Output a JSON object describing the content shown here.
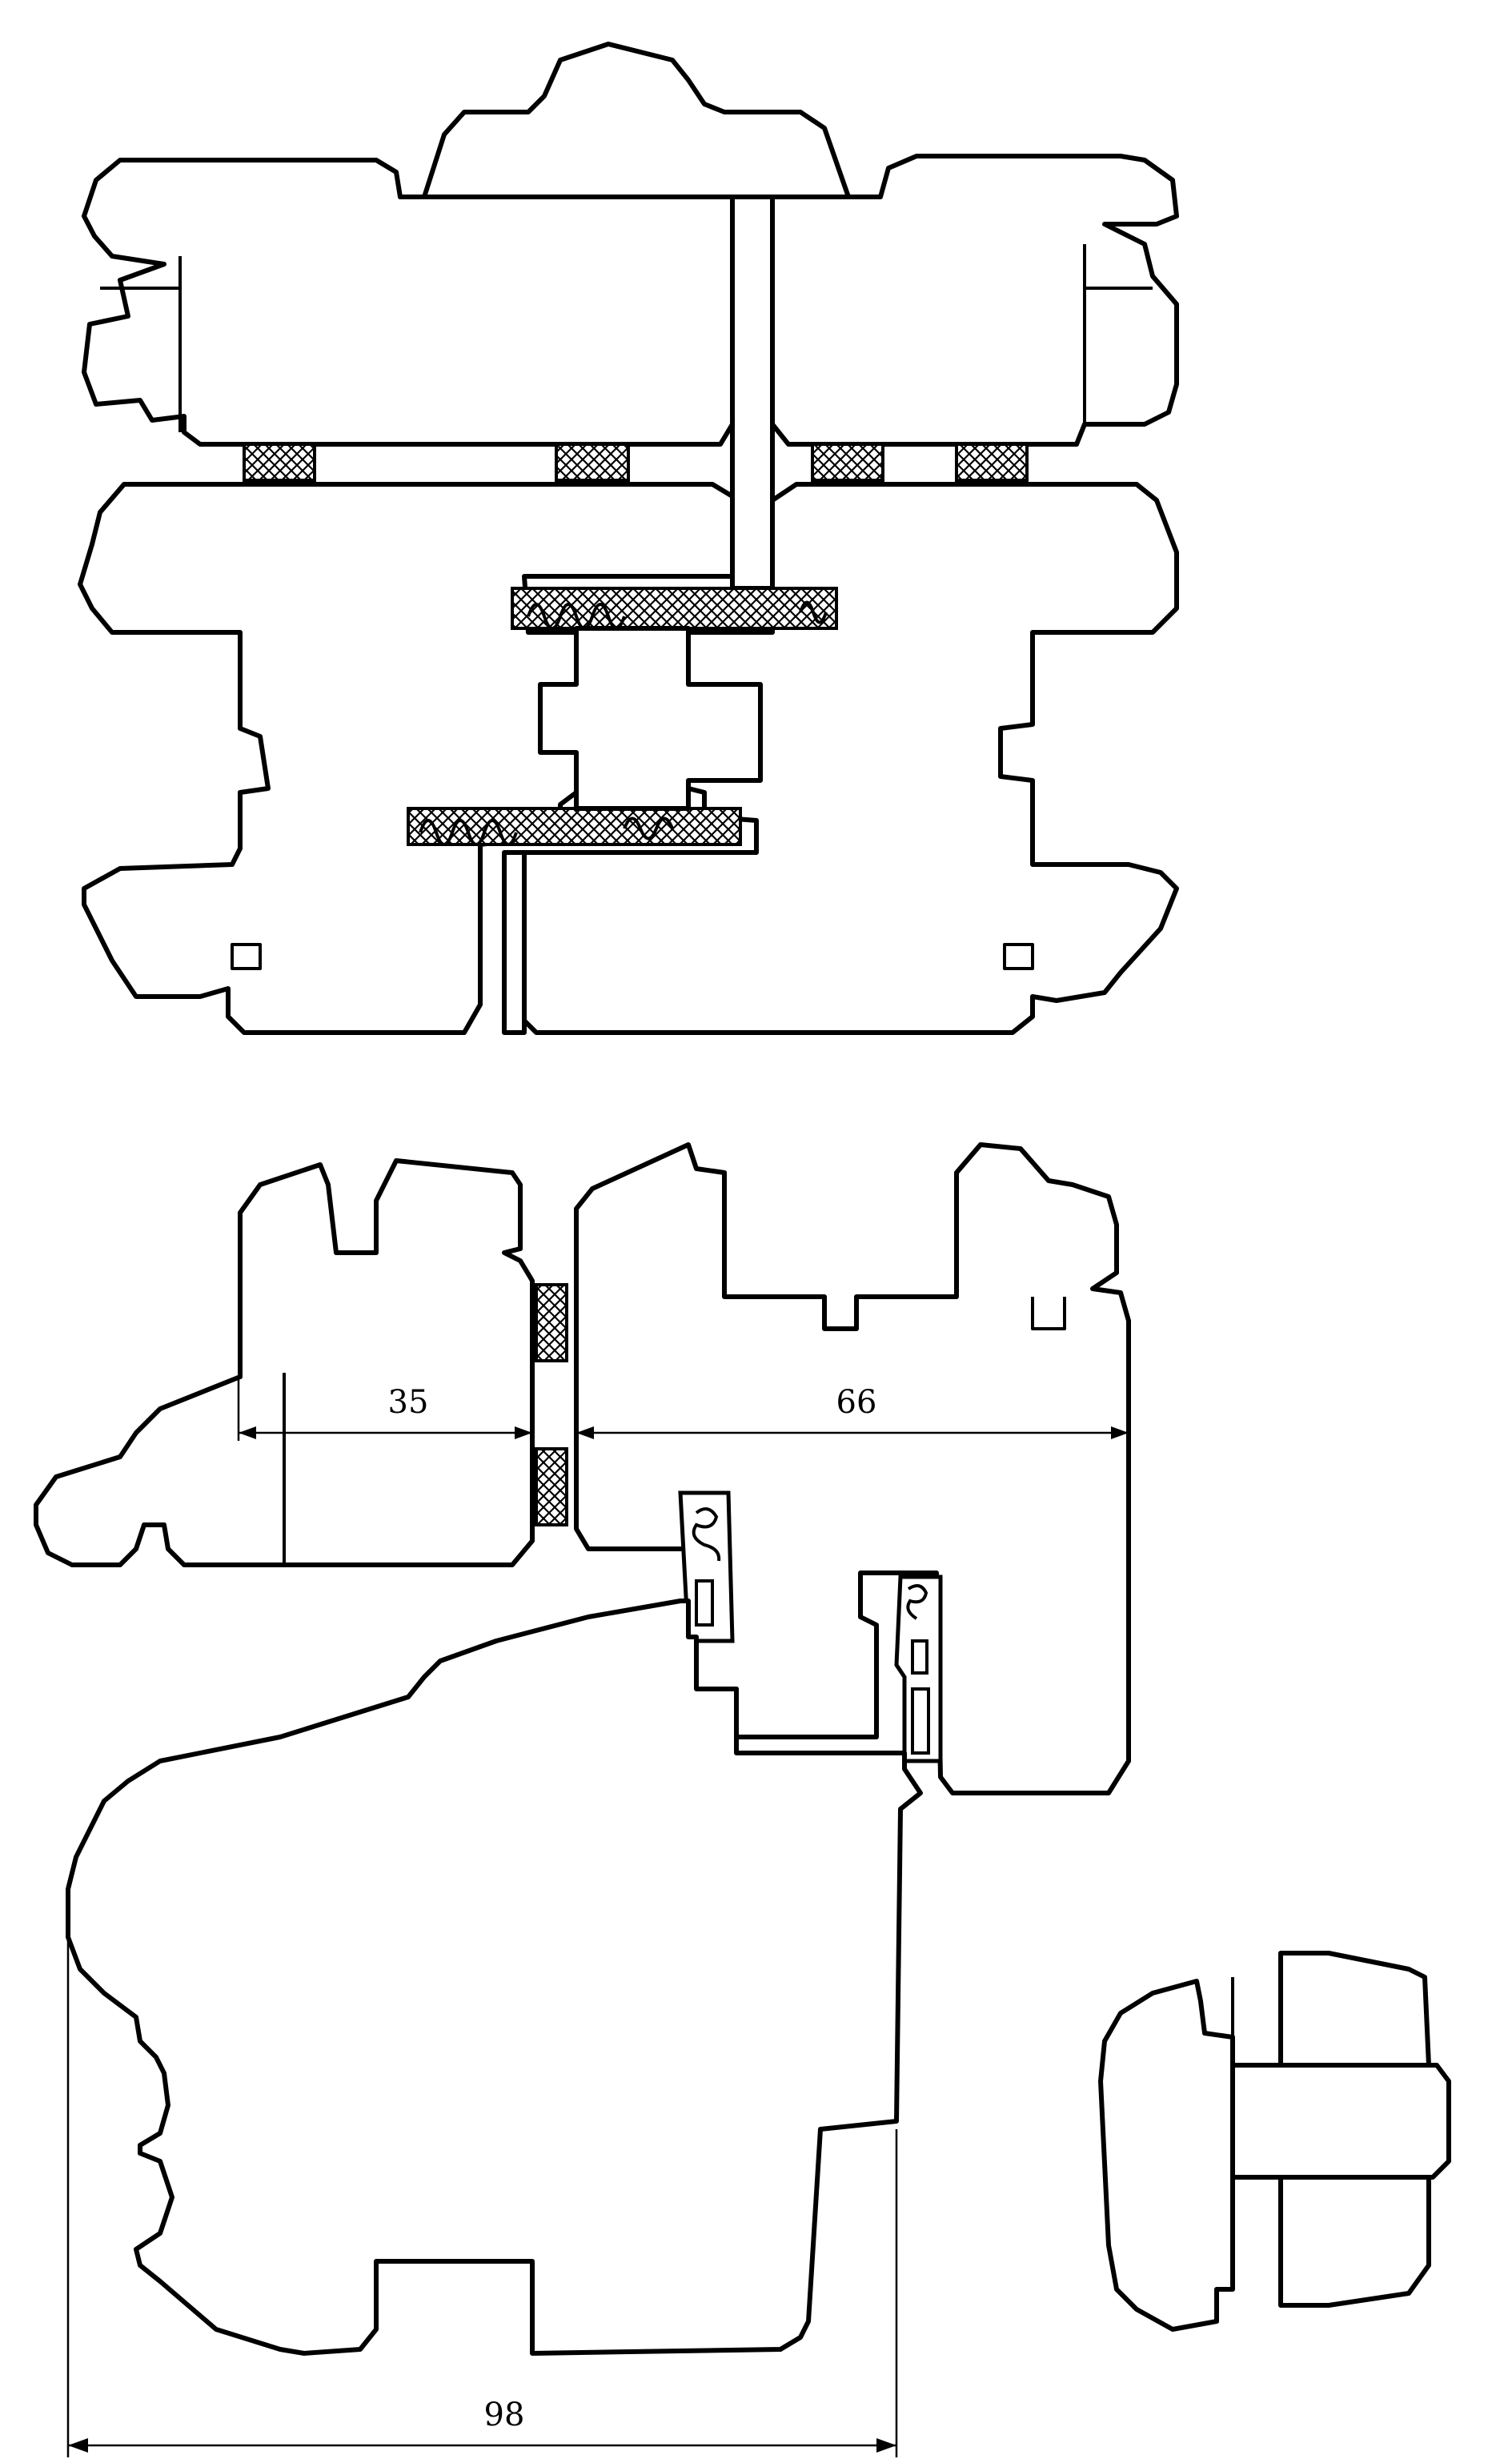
{
  "dimensions": {
    "top_sash_width": "35",
    "top_frame_width": "66",
    "sill_width": "98"
  },
  "colors": {
    "line": "#000000",
    "background": "#ffffff"
  }
}
